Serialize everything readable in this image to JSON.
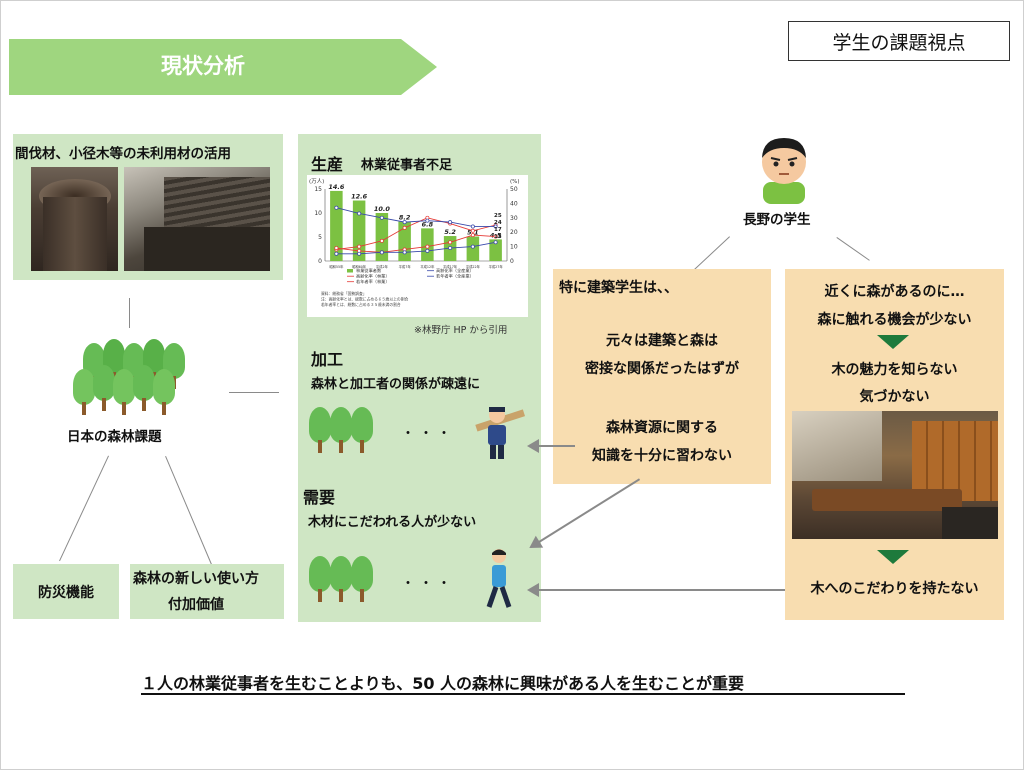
{
  "header": {
    "section_title": "現状分析",
    "top_right_label": "学生の課題視点"
  },
  "left": {
    "unused_timber": "間伐材、小径木等の未利用材の活用",
    "forest_issues": "日本の森林課題",
    "disaster_prevention": "防災機能",
    "new_use_line1": "森林の新しい使い方",
    "new_use_line2": "付加価値"
  },
  "middle": {
    "production_title": "生産",
    "production_subtitle": "林業従事者不足",
    "chart_credit": "※林野庁 HP から引用",
    "processing_title": "加工",
    "processing_subtitle": "森林と加工者の関係が疎遠に",
    "demand_title": "需要",
    "demand_subtitle": "木材にこだわれる人が少ない",
    "dots": "・・・"
  },
  "student": {
    "label": "長野の学生"
  },
  "box_architecture": {
    "line1": "特に建築学生は、、",
    "line2": "元々は建築と森は",
    "line3": "密接な関係だったはずが",
    "line4": "森林資源に関する",
    "line5": "知識を十分に習わない"
  },
  "box_forest": {
    "line1": "近くに森があるのに…",
    "line2": "森に触れる機会が少ない",
    "line3": "木の魅力を知らない",
    "line4": "気づかない",
    "line5": "木へのこだわりを持たない"
  },
  "conclusion": "１人の林業従事者を生むことよりも、50 人の森林に興味がある人を生むことが重要",
  "chart_data": {
    "type": "bar",
    "left_unit": "(万人)",
    "right_unit": "(%)",
    "categories": [
      "昭和55年",
      "昭和60年",
      "平成2年",
      "平成7年",
      "平成12年",
      "平成17年",
      "平成22年",
      "平成27年"
    ],
    "ylim": [
      0,
      15
    ],
    "y_ticks": [
      "0",
      "5",
      "10",
      "15"
    ],
    "y2lim": [
      0,
      50
    ],
    "y2_ticks": [
      "0",
      "10",
      "20",
      "30",
      "40",
      "50"
    ],
    "series": [
      {
        "name": "林業従事者数",
        "kind": "bar",
        "axis": "left",
        "color": "#7cc142",
        "values": [
          14.6,
          12.6,
          10.0,
          8.2,
          6.8,
          5.2,
          5.1,
          4.5
        ],
        "labels": [
          "14.6",
          "12.6",
          "10.0",
          "8.2",
          "6.8",
          "5.2",
          "5.1",
          "4.5"
        ]
      },
      {
        "name": "高齢化率（林業）",
        "kind": "line",
        "axis": "right",
        "color": "#e53935",
        "values": [
          8,
          10,
          14,
          23,
          30,
          26,
          21,
          25
        ]
      },
      {
        "name": "若年者率（林業）",
        "kind": "line",
        "axis": "right",
        "color": "#e53935",
        "values": [
          9,
          7,
          6,
          8,
          10,
          13,
          18,
          17
        ]
      },
      {
        "name": "高齢化率（全産業）",
        "kind": "line",
        "axis": "right",
        "color": "#3949ab",
        "values": [
          37,
          33,
          30,
          27,
          28,
          27,
          24,
          24
        ]
      },
      {
        "name": "若年者率（全産業）",
        "kind": "line",
        "axis": "right",
        "color": "#3949ab",
        "values": [
          5,
          5,
          6,
          6,
          7,
          9,
          10,
          13
        ]
      }
    ],
    "right_end_labels": [
      "25",
      "24",
      "17",
      "13"
    ],
    "notes": [
      "資料：総務省「国勢調査」",
      "注：高齢化率とは、総数に占める６５歳以上の割合",
      "若年者率とは、総数に占める３５歳未満の割合"
    ],
    "colors": {
      "bar": "#7cc142",
      "forestry_line": "#e53935",
      "all_line": "#3949ab"
    }
  }
}
